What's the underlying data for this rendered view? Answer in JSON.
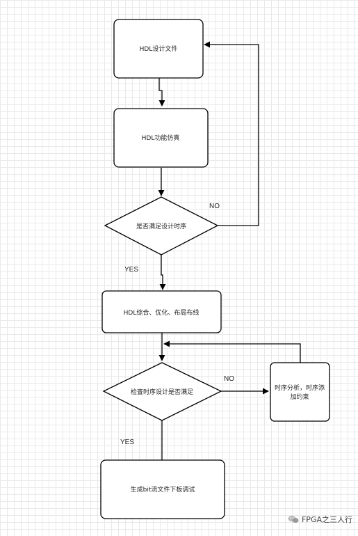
{
  "nodes": {
    "hdl_design": "HDL设计文件",
    "hdl_sim": "HDL功能仿真",
    "check_design": "是否满足设计时序",
    "synthesis": "HDL综合、优化、布局布线",
    "check_timing": "检查时序设计是否满足",
    "timing_analysis_line1": "时序分析，时序添",
    "timing_analysis_line2": "加约束",
    "generate_bit": "生成bit流文件下板调试"
  },
  "edge_labels": {
    "no_1": "NO",
    "yes_1": "YES",
    "no_2": "NO",
    "yes_2": "YES"
  },
  "watermark": {
    "text": "FPGA之三人行",
    "icon": "wechat-icon"
  },
  "colors": {
    "stroke": "#000000",
    "fill": "#ffffff"
  }
}
